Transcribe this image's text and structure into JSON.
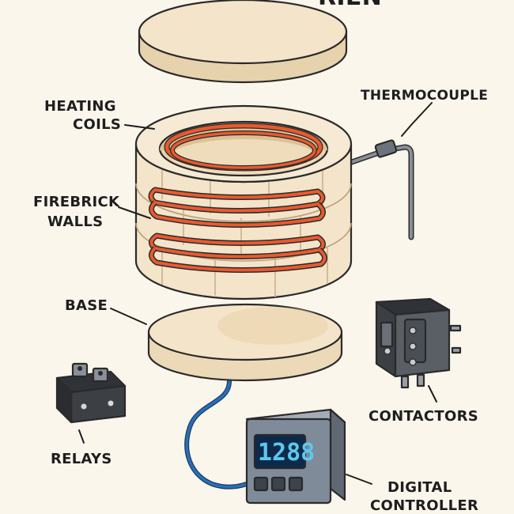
{
  "title_fragment": "RIEN",
  "labels": {
    "heating_coils_line1": "HEATING",
    "heating_coils_line2": "COILS",
    "thermocouple": "THERMOCOUPLE",
    "firebrick_line1": "FIREBRICK",
    "firebrick_line2": "WALLS",
    "base": "BASE",
    "contactors": "CONTACTORS",
    "relays": "RELAYS",
    "digital_line1": "DIGITAL",
    "digital_line2": "CONTROLLER"
  },
  "controller": {
    "display": "1288"
  },
  "colors": {
    "background": "#fbf6ec",
    "brick": "#f3e4ca",
    "brick_shadow": "#e4cfa9",
    "coil": "#e85a2f",
    "controller_body": "#7f8b99",
    "display": "#0d2a4a",
    "display_digits": "#5cc8f0",
    "cable": "#2a6fb5",
    "relay_body": "#3c3f44"
  }
}
